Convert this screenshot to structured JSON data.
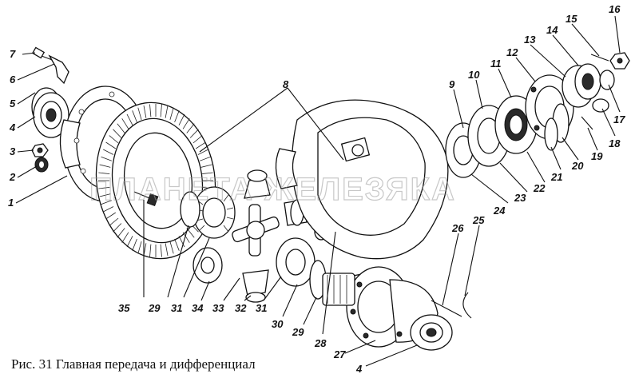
{
  "caption": "Рис. 31 Главная передача и дифференциал",
  "watermark": "ПЛАНЕТА ЖЕЛЕЗЯКА",
  "callouts": {
    "n1": "1",
    "n2": "2",
    "n3": "3",
    "n4a": "4",
    "n4b": "4",
    "n5": "5",
    "n6": "6",
    "n7": "7",
    "n8": "8",
    "n9": "9",
    "n10": "10",
    "n11": "11",
    "n12": "12",
    "n13": "13",
    "n14": "14",
    "n15": "15",
    "n16": "16",
    "n17": "17",
    "n18": "18",
    "n19": "19",
    "n20": "20",
    "n21": "21",
    "n22": "22",
    "n23": "23",
    "n24": "24",
    "n25": "25",
    "n26": "26",
    "n27": "27",
    "n28": "28",
    "n29a": "29",
    "n29b": "29",
    "n30": "30",
    "n31a": "31",
    "n31b": "31",
    "n32": "32",
    "n33": "33",
    "n34": "34",
    "n35": "35"
  }
}
